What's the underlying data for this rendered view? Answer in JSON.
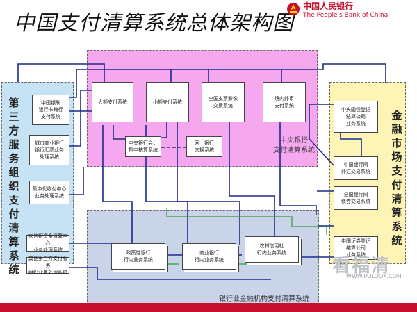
{
  "title": "中国支付清算系统总体架构图",
  "logo": {
    "cn": "中国人民银行",
    "en": "The People's Bank of China"
  },
  "regions": {
    "third_party": "第三方服务组织支付清算系统",
    "central": "中央银行\n支付清算系统",
    "bank": "银行业金融机构支付清算系统",
    "market": "金融市场支付清算系统"
  },
  "boxes": {
    "unionpay": "中国银联\n银行卡跨行\n支付系统",
    "city_bank": "城市商业银行\n银行汇票业务\n处理系统",
    "rural_center": "集中代收付中心\n业务处理系统",
    "rural_credit_fund": "农信银资金清算中心\n业务处理系统",
    "other_third": "其他第三方支付服务\n组织业务处理系统",
    "hvps": "大额支付系统",
    "beps": "小额支付系统",
    "cis": "全国支票影像\n交换系统",
    "fx": "境内外币\n支付系统",
    "ccpc": "中央银行会计\n集中核算系统",
    "ibps": "网上银行\n交换系统",
    "ccdc": "中央国债登记\n结算公司\n业务系统",
    "cfets_fx": "中国银行间\n外汇交易系统",
    "cfets_bond": "全国银行间\n债券交易系统",
    "csdc": "中国证券登记\n结算公司\n业务系统",
    "policy_bank": "政策性银行\n行内业务系统",
    "commercial_bank": "商业银行\n行内业务系统",
    "rural_credit_coop": "农村信用社\n行内业务系统"
  },
  "watermark": {
    "text": "看福清",
    "url": "WWW.PQLOOK.COM"
  },
  "colors": {
    "line": "#1b2a8c",
    "green_line": "#2e9a3e",
    "central_bg": "#f6a8ee",
    "bank_bg": "#c9d4e8",
    "third_bg": "#c6e3f5",
    "market_bg": "#fdf4b5",
    "bar": "#c8102e"
  }
}
